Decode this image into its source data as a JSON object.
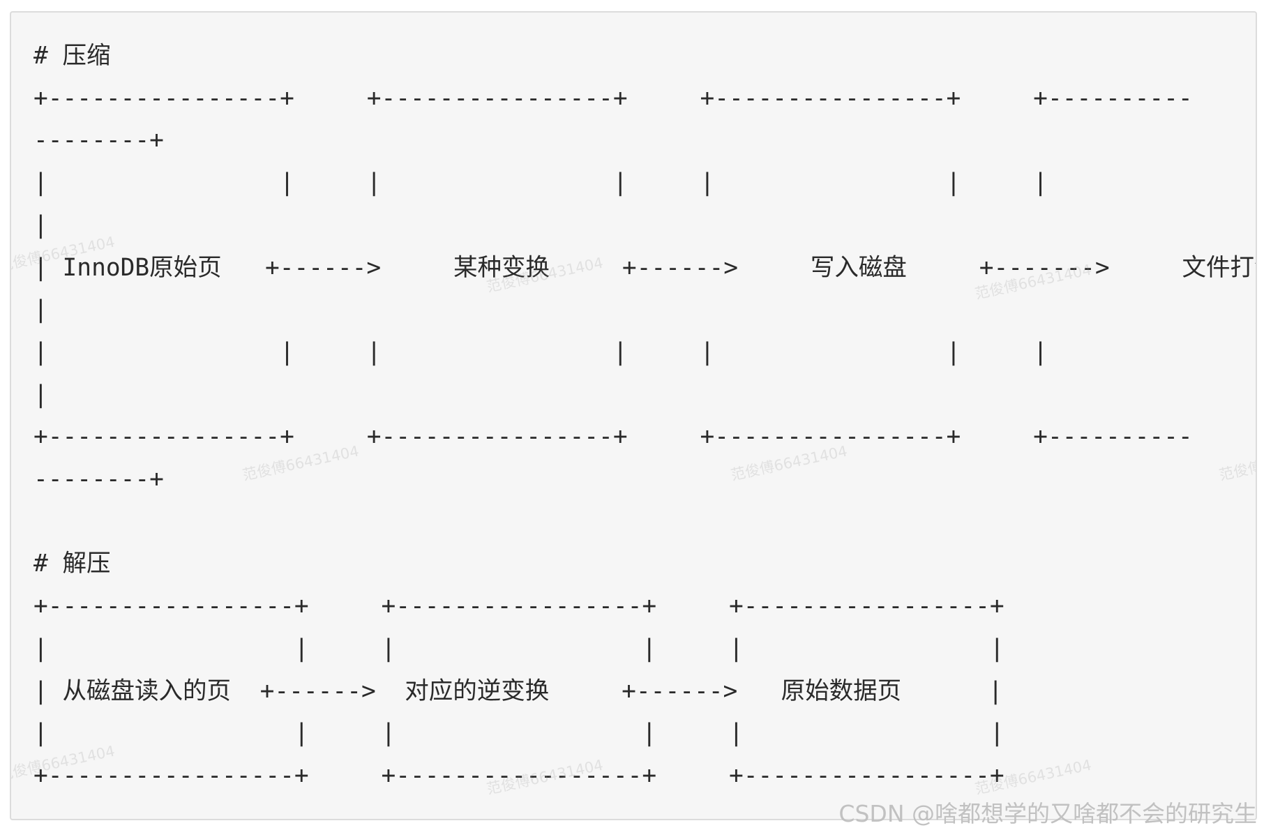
{
  "code_lines": [
    "# 压缩",
    "+----------------+     +----------------+     +----------------+     +----------",
    "--------+",
    "|                |     |                |     |                |     |",
    "|",
    "| InnoDB原始页   +------>     某种变换     +------>     写入磁盘     +------->     文件打洞",
    "|",
    "|                |     |                |     |                |     |",
    "|",
    "+----------------+     +----------------+     +----------------+     +----------",
    "--------+",
    "",
    "# 解压",
    "+-----------------+     +-----------------+     +-----------------+",
    "|                 |     |                 |     |                 |",
    "| 从磁盘读入的页  +------>  对应的逆变换     +------>   原始数据页      |",
    "|                 |     |                 |     |                 |",
    "+-----------------+     +-----------------+     +-----------------+"
  ],
  "watermark_text": "范俊傅66431404",
  "footer_watermark": "CSDN @啥都想学的又啥都不会的研究生"
}
